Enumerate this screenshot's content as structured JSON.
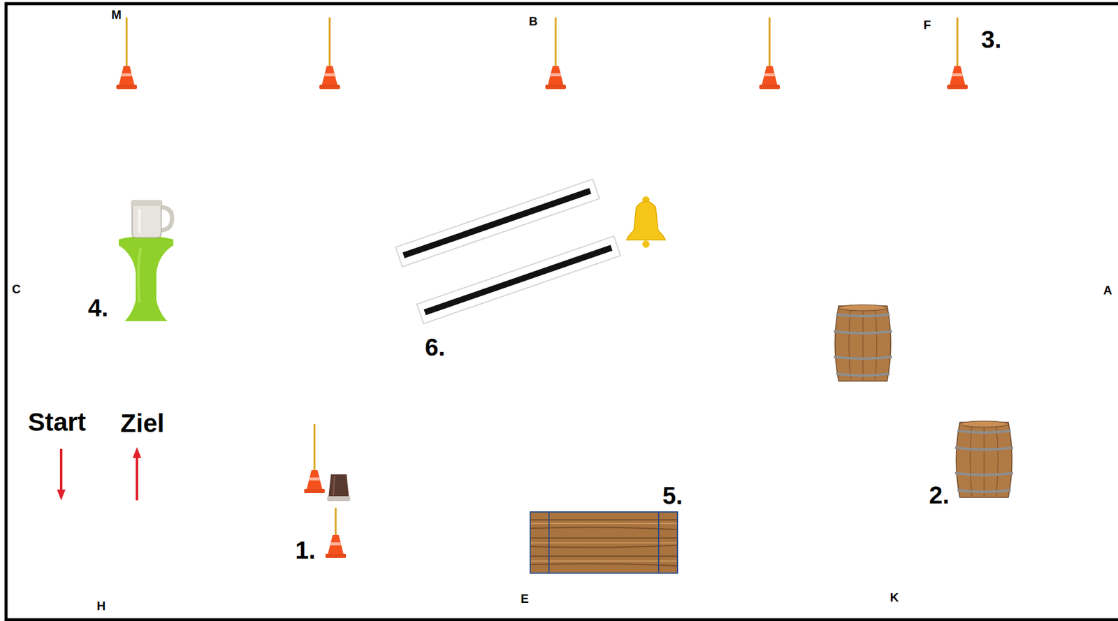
{
  "diagram": {
    "labels": [
      "M",
      "B",
      "F",
      "3.",
      "C",
      "A",
      "4.",
      "6.",
      "Start",
      "Ziel",
      "5.",
      "2.",
      "1.",
      "E",
      "K",
      "H"
    ]
  }
}
